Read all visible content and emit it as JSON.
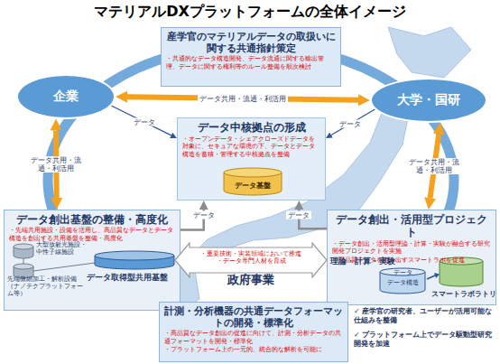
{
  "diagram": {
    "title": "マテリアルDXプラットフォームの全体イメージ",
    "nodes": [
      {
        "text": [
          "産学官のマテリアルデータの取扱いに関する共通指針策定",
          "・共通的なデータ構造開発、データ流通に関する輸出管理、データに関する権利等のルール整備を順次検討"
        ]
      },
      {
        "text": [
          "企業"
        ]
      },
      {
        "text": [
          "大学・国研"
        ]
      },
      {
        "text": [
          "データ中核拠点の形成",
          "・オープンデータ・シェアクローズドデータを対象に、セキュアな環境の下、データとデータ構造を蓄積・管理する中核拠点を整備"
        ]
      },
      {
        "text": [
          "データ基盤"
        ],
        "in": 3
      },
      {
        "text": [
          "データ創出基盤の整備・高度化",
          "・先端共用施設・設備を活用し、高品質なデータとデータ構造を創出する共用基盤を整備・高度化"
        ]
      },
      {
        "text": [
          "データ創出・活用型プロジェクト",
          "・データ創出・活用型理論・計算・実験が融合する研究開発プロジェクトを実施",
          "・高品質データを生み出すスマートラボを促進"
        ]
      },
      {
        "text": [
          "政府事業",
          "・重要技術・実装領域において推進",
          "・データ専門人材を育成"
        ]
      },
      {
        "text": [
          "計測・分析機器の共通データフォーマットの開発・標準化",
          "・高品質なデータ創出の促進に向けて、計測・分析データの共通フォーマットを開発・標準化",
          "・プラットフォーム上の一元的、統合的な解析を可能に"
        ]
      }
    ],
    "edges": [
      {
        "from": 1,
        "to": 2,
        "label": "データ共用・流通・利活用",
        "arrow": "both"
      },
      {
        "from": 1,
        "to": 3,
        "label": "データ",
        "arrow": "to"
      },
      {
        "from": 2,
        "to": 3,
        "label": "データ",
        "arrow": "to"
      },
      {
        "from": 1,
        "to": 5,
        "label": "データ共用・流通・利活用",
        "arrow": "both"
      },
      {
        "from": 2,
        "to": 6,
        "label": "データ共用・流通・利活用",
        "arrow": "both"
      },
      {
        "from": 5,
        "to": 3,
        "label": "データ",
        "arrow": "to"
      },
      {
        "from": 6,
        "to": 3,
        "label": "データ",
        "arrow": "to"
      }
    ],
    "labels": [
      "大型放射光施設・中性子線施設",
      "先端微細加工・解析設備（ナノテクプラットフォーム等）",
      "データ取得型共用基盤",
      "理論・計算・実験",
      "データ",
      "データ構造",
      "スマートラボラトリ",
      "✓ 産学官の研究者、ユーザーが活用可能な仕組みを整備",
      "✓ プラットフォーム上でデータ駆動型研究開発を加速"
    ]
  }
}
